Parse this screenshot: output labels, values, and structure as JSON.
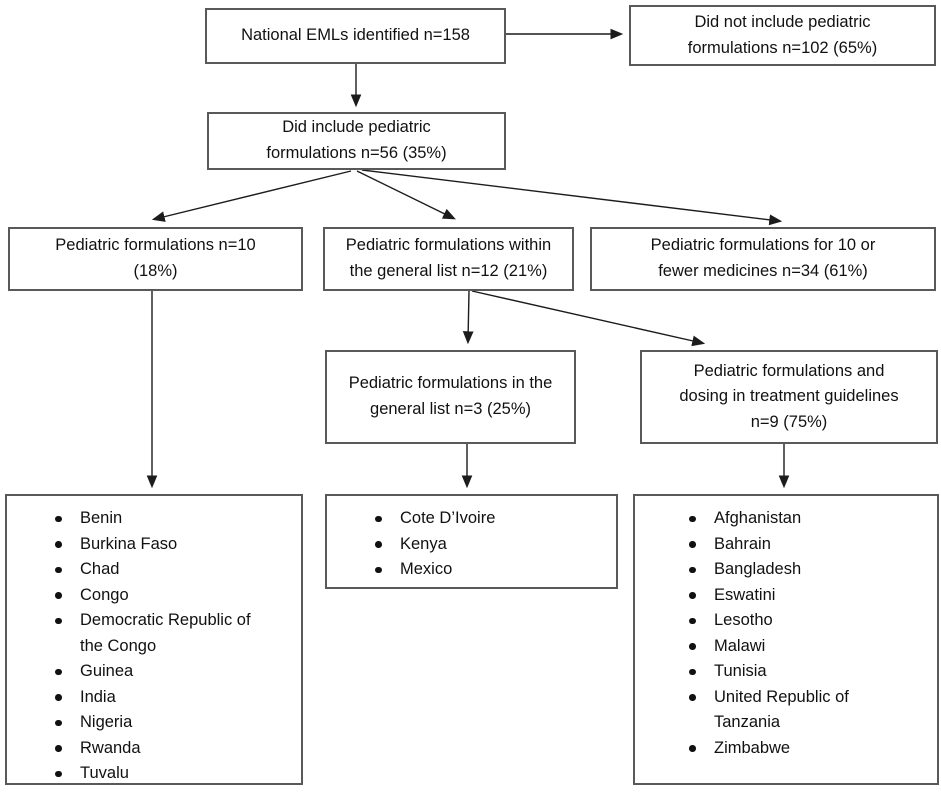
{
  "flowchart": {
    "nodes": {
      "identified": "National EMLs identified n=158",
      "not_included": "Did not include pediatric formulations n=102 (65%)",
      "included": "Did include pediatric formulations n=56 (35%)",
      "ped_only": "Pediatric formulations n=10 (18%)",
      "within_general": "Pediatric formulations within the general list n=12 (21%)",
      "ten_or_fewer": "Pediatric formulations for 10 or fewer medicines n=34 (61%)",
      "in_general_list": "Pediatric formulations in the general list n=3 (25%)",
      "dosing_guidelines": "Pediatric formulations and dosing in treatment guidelines n=9 (75%)"
    },
    "country_lists": {
      "ped_only_countries": [
        "Benin",
        "Burkina Faso",
        "Chad",
        "Congo",
        "Democratic Republic of the Congo",
        "Guinea",
        "India",
        "Nigeria",
        "Rwanda",
        "Tuvalu"
      ],
      "in_general_list_countries": [
        "Cote D’Ivoire",
        "Kenya",
        "Mexico"
      ],
      "dosing_guidelines_countries": [
        "Afghanistan",
        "Bahrain",
        "Bangladesh",
        "Eswatini",
        "Lesotho",
        "Malawi",
        "Tunisia",
        "United Republic of Tanzania",
        "Zimbabwe"
      ]
    },
    "colors": {
      "border": "#595959",
      "arrow": "#1c1c1c",
      "text": "#111111",
      "background": "#ffffff"
    }
  }
}
